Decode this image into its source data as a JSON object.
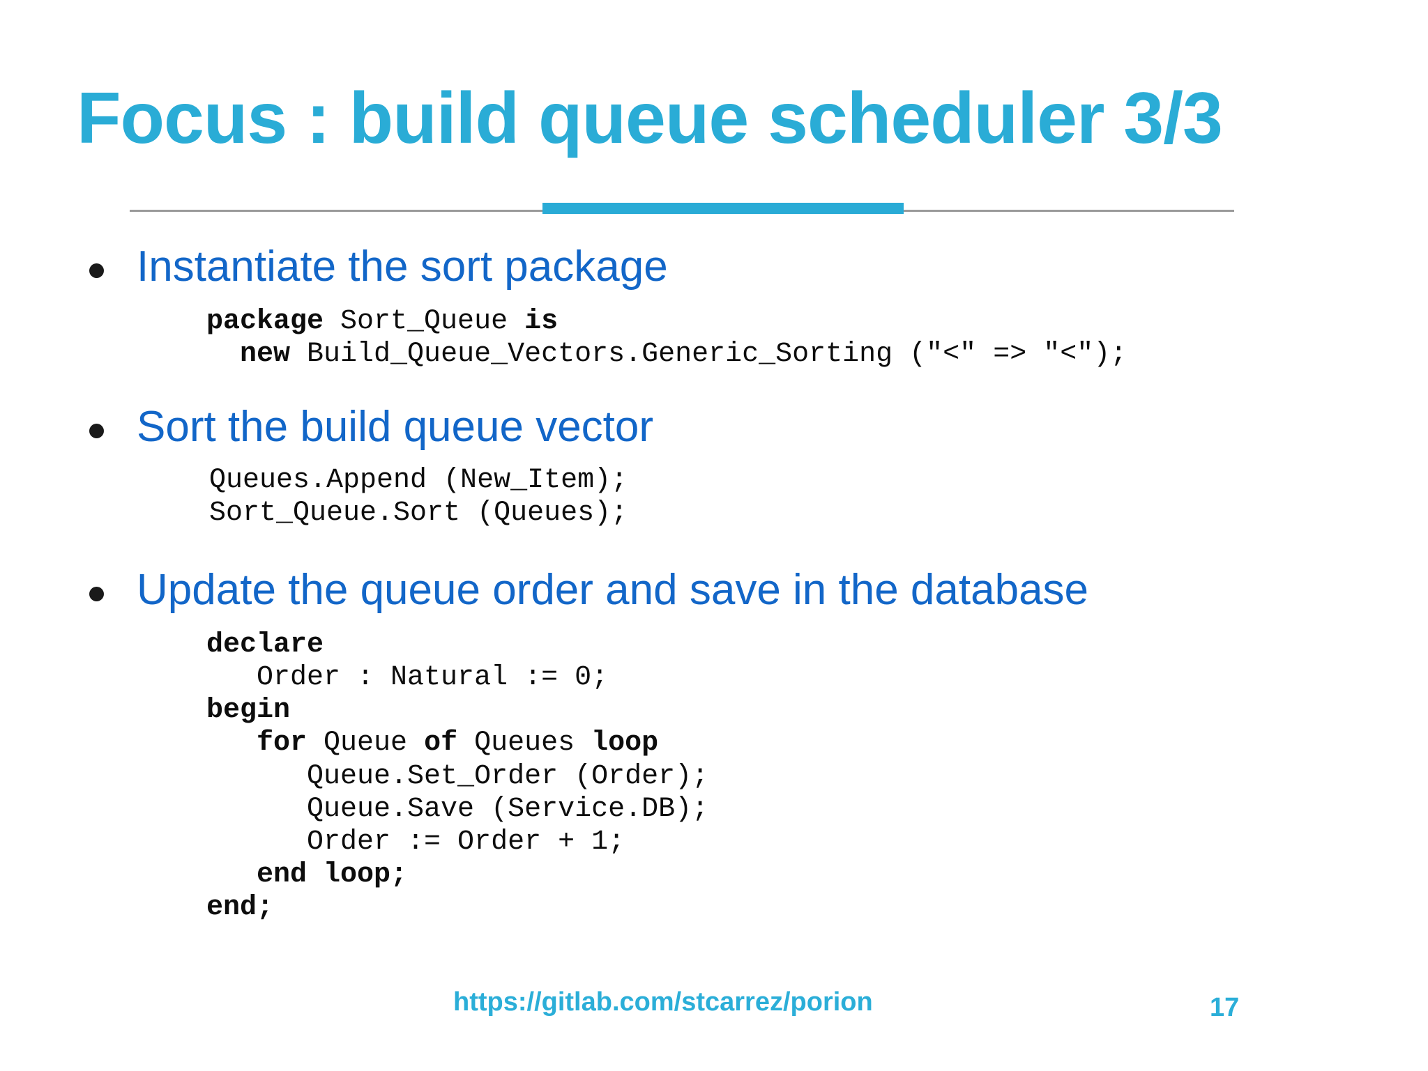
{
  "slide": {
    "title": "Focus : build queue scheduler 3/3",
    "page_number": "17",
    "footer_url": "https://gitlab.com/stcarrez/porion",
    "colors": {
      "title_cyan": "#2AACD6",
      "bullet_blue": "#1266C8",
      "accent_bar": "#29ABD6",
      "divider_gray": "#9a9a9a",
      "code_black": "#0d0d0d",
      "background": "#ffffff"
    }
  },
  "bullets": [
    {
      "label": "Instantiate the sort package",
      "code_lines": [
        [
          {
            "t": "package ",
            "b": true
          },
          {
            "t": "Sort_Queue ",
            "b": false
          },
          {
            "t": "is",
            "b": true
          }
        ],
        [
          {
            "t": "  ",
            "b": false
          },
          {
            "t": "new ",
            "b": true
          },
          {
            "t": "Build_Queue_Vectors.Generic_Sorting (\"<\" => \"<\");",
            "b": false
          }
        ]
      ]
    },
    {
      "label": "Sort the build queue vector",
      "code_lines": [
        [
          {
            "t": "Queues.Append (New_Item);",
            "b": false
          }
        ],
        [
          {
            "t": "Sort_Queue.Sort (Queues);",
            "b": false
          }
        ]
      ]
    },
    {
      "label": "Update the queue order and save in the database",
      "code_lines": [
        [
          {
            "t": "declare",
            "b": true
          }
        ],
        [
          {
            "t": "   Order : Natural := 0;",
            "b": false
          }
        ],
        [
          {
            "t": "begin",
            "b": true
          }
        ],
        [
          {
            "t": "   ",
            "b": false
          },
          {
            "t": "for ",
            "b": true
          },
          {
            "t": "Queue ",
            "b": false
          },
          {
            "t": "of ",
            "b": true
          },
          {
            "t": "Queues ",
            "b": false
          },
          {
            "t": "loop",
            "b": true
          }
        ],
        [
          {
            "t": "      Queue.Set_Order (Order);",
            "b": false
          }
        ],
        [
          {
            "t": "      Queue.Save (Service.DB);",
            "b": false
          }
        ],
        [
          {
            "t": "      Order := Order + 1;",
            "b": false
          }
        ],
        [
          {
            "t": "   ",
            "b": false
          },
          {
            "t": "end loop;",
            "b": true
          }
        ],
        [
          {
            "t": "end;",
            "b": true
          }
        ]
      ]
    }
  ]
}
